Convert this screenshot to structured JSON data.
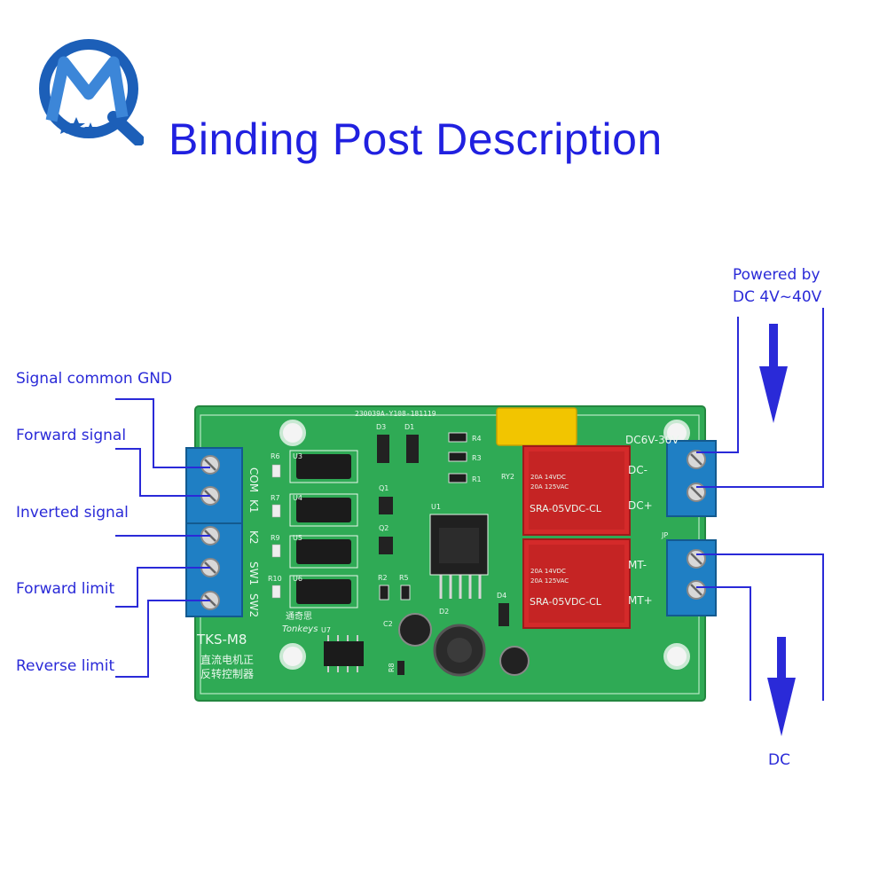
{
  "title": "Binding Post Description",
  "logo": {
    "icon": "mq-logo",
    "letters": "MQ"
  },
  "labels": {
    "signal_gnd": "Signal common GND",
    "forward_signal": "Forward signal",
    "inverted_signal": "Inverted signal",
    "forward_limit": "Forward limit",
    "reverse_limit": "Reverse limit",
    "powered_line1": "Powered by",
    "powered_line2": "DC 4V~40V",
    "dc_out": "DC"
  },
  "board": {
    "model": "TKS-M8",
    "brand": "Tonkeys",
    "brand_cn": "通奇思",
    "desc_cn_line1": "直流电机正",
    "desc_cn_line2": "反转控制器",
    "serial": "230039A-Y108-181119",
    "left_terminals": [
      "COM",
      "K1",
      "K2",
      "SW1",
      "SW2"
    ],
    "power_labels": [
      "DC6V-30V",
      "DC-",
      "DC+"
    ],
    "motor_labels": [
      "MT-",
      "MT+"
    ],
    "relay_part": "SRA-05VDC-CL",
    "relay_rating1": "20A 14VDC",
    "relay_rating2": "20A 125VAC",
    "refs": [
      "R6",
      "R7",
      "R9",
      "R10",
      "U3",
      "U4",
      "U5",
      "U6",
      "Q1",
      "Q2",
      "U1",
      "D1",
      "D3",
      "D4",
      "R1",
      "R2",
      "R3",
      "R4",
      "R5",
      "R8",
      "RY2",
      "C2",
      "D2",
      "U7",
      "JP"
    ]
  },
  "colors": {
    "accent": "#2020e0",
    "board": "#2faa55",
    "terminal": "#1f7fc4",
    "relay": "#d42a2a",
    "capacitor": "#f2c500"
  }
}
